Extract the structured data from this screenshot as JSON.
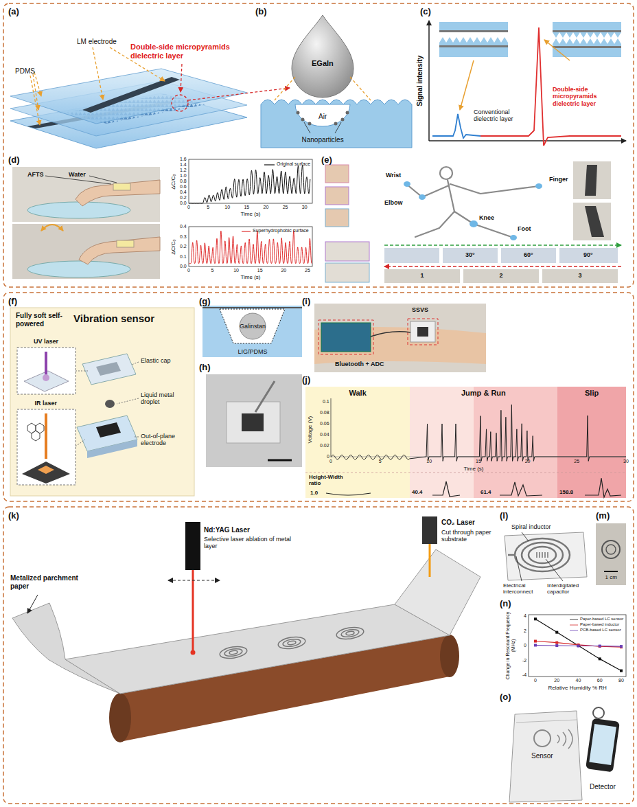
{
  "diagram": {
    "nodes": [
      {
        "text": [
          "Fully soft self-powered",
          "Vibration sensor"
        ]
      },
      {
        "text": [
          "Walk"
        ]
      },
      {
        "text": [
          "Jump & Run"
        ]
      },
      {
        "text": [
          "Slip"
        ]
      }
    ],
    "labels": [
      "(a)",
      "PDMS",
      "LM electrode",
      "Double-side micropyramids dielectric layer",
      "(b)",
      "EGaIn",
      "Air",
      "Nanoparticles",
      "(c)",
      "Signal intensity",
      "Conventional dielectric layer",
      "Double-side micropyramids dielectric layer",
      "(d)",
      "AFTS",
      "Water",
      "1.6",
      "1.4",
      "1.2",
      "1.0",
      "0.8",
      "0.6",
      "0.4",
      "0.2",
      "0.0",
      "0",
      "5",
      "10",
      "15",
      "20",
      "25",
      "30",
      "Time (s)",
      "ΔC/C₀",
      "0.4",
      "0.3",
      "0.2",
      "0.1",
      "0.0",
      "0",
      "5",
      "10",
      "15",
      "20",
      "25",
      "Time (s)",
      "ΔC/C₀",
      "(e)",
      "Wrist",
      "Elbow",
      "Finger",
      "Knee",
      "Foot",
      "30°",
      "60°",
      "90°",
      "1",
      "2",
      "3",
      "(f)",
      "UV laser",
      "IR laser",
      "Elastic cap",
      "Liquid metal droplet",
      "Out-of-plane electrode",
      "(g)",
      "Galinstan",
      "LIG/PDMS",
      "(h)",
      "(i)",
      "SSVS",
      "Bluetooth + ADC",
      "(j)",
      "Voltage (V)",
      "0.1",
      "0.08",
      "0.06",
      "0.04",
      "0.02",
      "0",
      "0",
      "5",
      "10",
      "15",
      "20",
      "25",
      "30",
      "Time (s)",
      "Height-Width ratio",
      "1.0",
      "40.4",
      "61.4",
      "158.8",
      "(k)",
      "Metalized parchment paper",
      "Nd:YAG Laser",
      "Selective laser ablation of metal layer",
      "CO₂ Laser",
      "Cut through paper substrate",
      "(l)",
      "Spiral inductor",
      "Electrical interconnect",
      "Interdigitated capacitor",
      "(m)",
      "1 cm",
      "(n)",
      "Change in Resonant Frequency (MHz)",
      "4",
      "2",
      "0",
      "-2",
      "-4",
      "0",
      "20",
      "40",
      "60",
      "80",
      "Relative Humidity % RH",
      "(o)",
      "Sensor",
      "Detector"
    ],
    "legend": [
      {
        "text": "Original surface"
      },
      {
        "text": "Superhydrophobic surface"
      },
      {
        "text": "Paper-based LC sensor"
      },
      {
        "text": "Paper-based inductor"
      },
      {
        "text": "PCB-based LC sensor"
      }
    ]
  }
}
